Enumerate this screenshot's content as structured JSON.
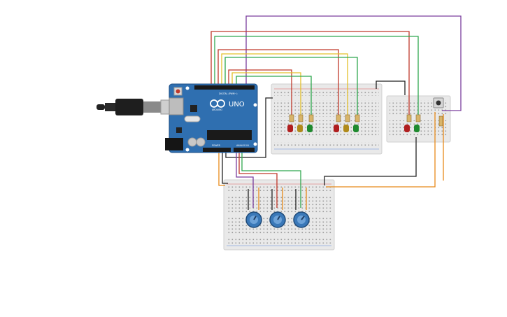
{
  "board": {
    "brand": "UNO",
    "subbrand": "ARDUINO",
    "label_digital": "DIGITAL (PWM~)",
    "label_power": "POWER",
    "label_analog": "ANALOG IN",
    "color": "#2f6fb0"
  },
  "colors": {
    "wire_red": "#c0392b",
    "wire_green": "#2fa84f",
    "wire_yellow": "#e3c02a",
    "wire_orange": "#e88a1a",
    "wire_purple": "#7b3f9e",
    "wire_black": "#222222",
    "led_red": "#b01e1e",
    "led_yellow": "#b08a1a",
    "led_green": "#1e8a2e",
    "pot_blue": "#3a78b8",
    "breadboard": "#e8e8e8"
  },
  "icons": {
    "usb": "usb-connector-icon",
    "power_jack": "power-jack-icon",
    "logo": "arduino-infinity-icon",
    "pushbutton": "pushbutton-icon"
  }
}
